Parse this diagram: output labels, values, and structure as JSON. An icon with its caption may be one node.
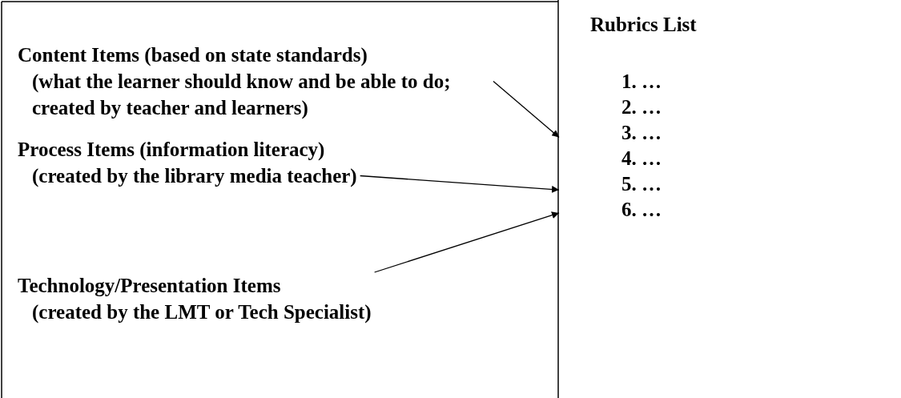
{
  "diagram": {
    "nodes": [
      {
        "text": [
          "Content Items (based on state standards)",
          "(what the learner should know and be able to do; created by teacher and learners)"
        ]
      },
      {
        "text": [
          "Process Items (information literacy)",
          "(created by the library media teacher)"
        ]
      },
      {
        "text": [
          "Technology/Presentation Items",
          "(created by the LMT or Tech Specialist)"
        ]
      },
      {
        "text": [
          "Rubrics List",
          "1. …",
          "2. …",
          "3. …",
          "4. …",
          "5. …",
          "6. …"
        ]
      }
    ],
    "edges": [
      {
        "from": 0,
        "to": 3,
        "arrow": "to"
      },
      {
        "from": 1,
        "to": 3,
        "arrow": "to"
      },
      {
        "from": 2,
        "to": 3,
        "arrow": "to"
      }
    ]
  }
}
